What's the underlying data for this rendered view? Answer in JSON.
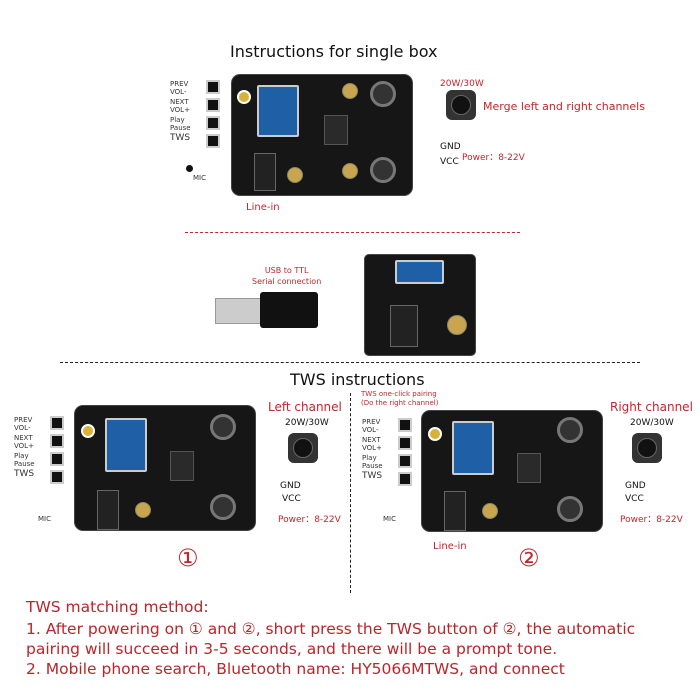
{
  "single": {
    "title": "Instructions for single box",
    "buttons": [
      "PREV\nVOL-",
      "NEXT\nVOL+",
      "Play\nPause",
      "TWS"
    ],
    "mic": "MIC",
    "line_in": "Line-in",
    "power_rating": "20W/30W",
    "merge": "Merge left and right channels",
    "gnd": "GND",
    "vcc": "VCC",
    "power": "Power：8-22V"
  },
  "usb": {
    "label_1": "USB to TTL",
    "label_2": "Serial connection"
  },
  "tws": {
    "title": "TWS instructions",
    "left": {
      "channel": "Left channel",
      "power_rating": "20W/30W",
      "gnd": "GND",
      "vcc": "VCC",
      "power": "Power：8-22V",
      "mic": "MIC",
      "number": "①",
      "buttons": [
        "PREV\nVOL-",
        "NEXT\nVOL+",
        "Play\nPause",
        "TWS"
      ]
    },
    "right": {
      "channel": "Right channel",
      "pairing_1": "TWS one-click pairing",
      "pairing_2": "(Do the right channel)",
      "power_rating": "20W/30W",
      "gnd": "GND",
      "vcc": "VCC",
      "power": "Power：8-22V",
      "mic": "MIC",
      "line_in": "Line-in",
      "number": "②",
      "buttons": [
        "PREV\nVOL-",
        "NEXT\nVOL+",
        "Play\nPause",
        "TWS"
      ]
    }
  },
  "method": {
    "heading": "TWS matching method:",
    "line1": "1. After powering on ① and ②, short press the TWS button of ②, the automatic",
    "line2": "pairing will succeed in 3-5 seconds, and there will be a prompt tone.",
    "line3": "2. Mobile phone search, Bluetooth name: HY5066MTWS, and connect"
  },
  "colors": {
    "accent": "#c0262d",
    "board": "#161616"
  }
}
